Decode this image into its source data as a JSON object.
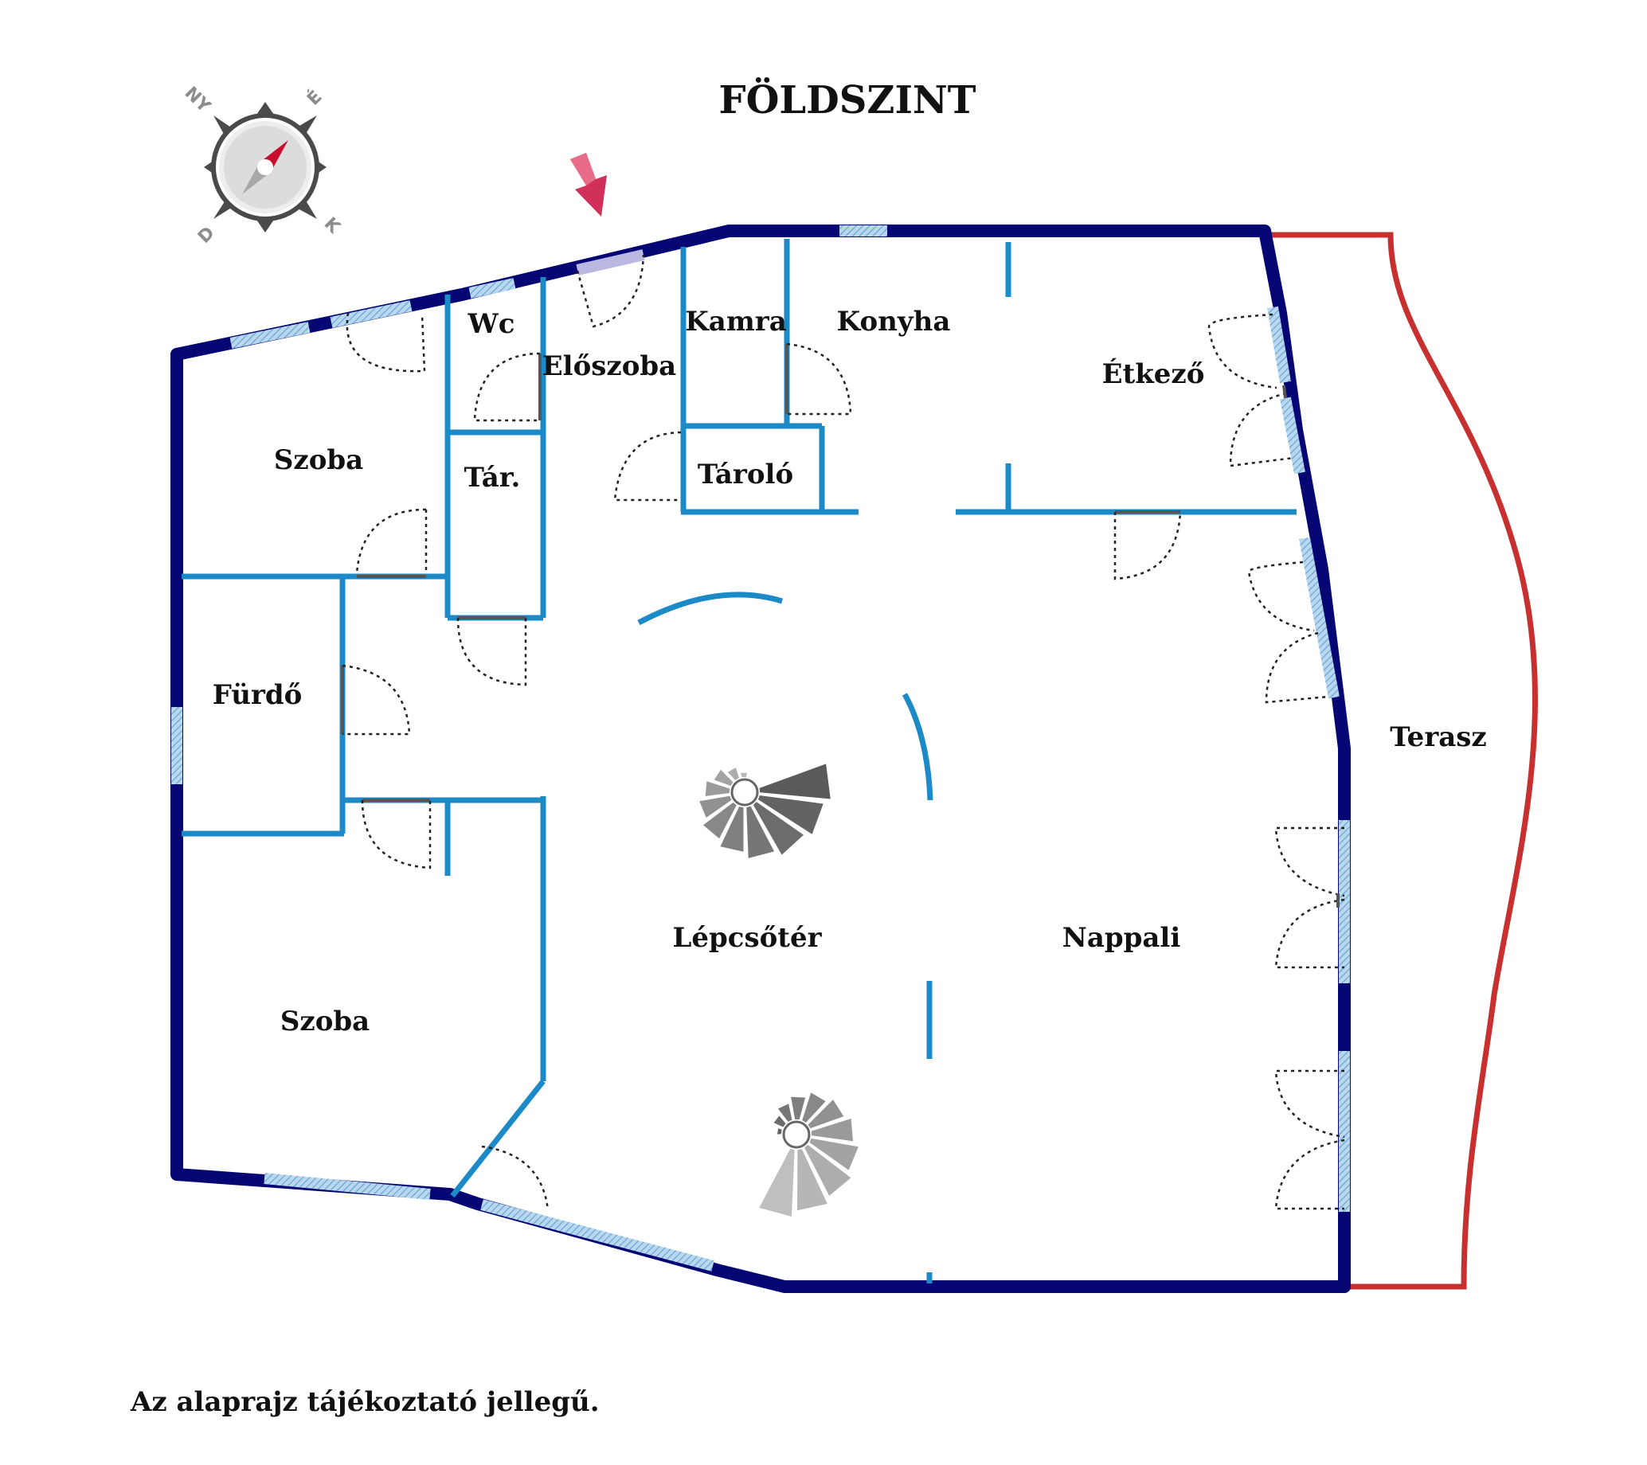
{
  "title": "FÖLDSZINT",
  "note": "Az alaprajz tájékoztató jellegű.",
  "compass": {
    "n": "NY",
    "e": "É",
    "s": "D",
    "w": "K",
    "name": "compass-icon"
  },
  "entrance_marker": "entrance-arrow-icon",
  "rooms": {
    "wc": "Wc",
    "eloszoba": "Előszoba",
    "kamra": "Kamra",
    "konyha": "Konyha",
    "etkezo": "Étkező",
    "szoba1": "Szoba",
    "tar": "Tár.",
    "tarolo": "Tároló",
    "furdo": "Fürdő",
    "lepcsoter": "Lépcsőtér",
    "nappali": "Nappali",
    "szoba2": "Szoba",
    "terasz": "Terasz"
  },
  "colors": {
    "outer_wall": "#050573",
    "inner_wall": "#1b8ac7",
    "terrace": "#c8302f",
    "window": "#9cc6e6",
    "arrow": "#d0305a",
    "compass_needle": "#c8102e"
  }
}
